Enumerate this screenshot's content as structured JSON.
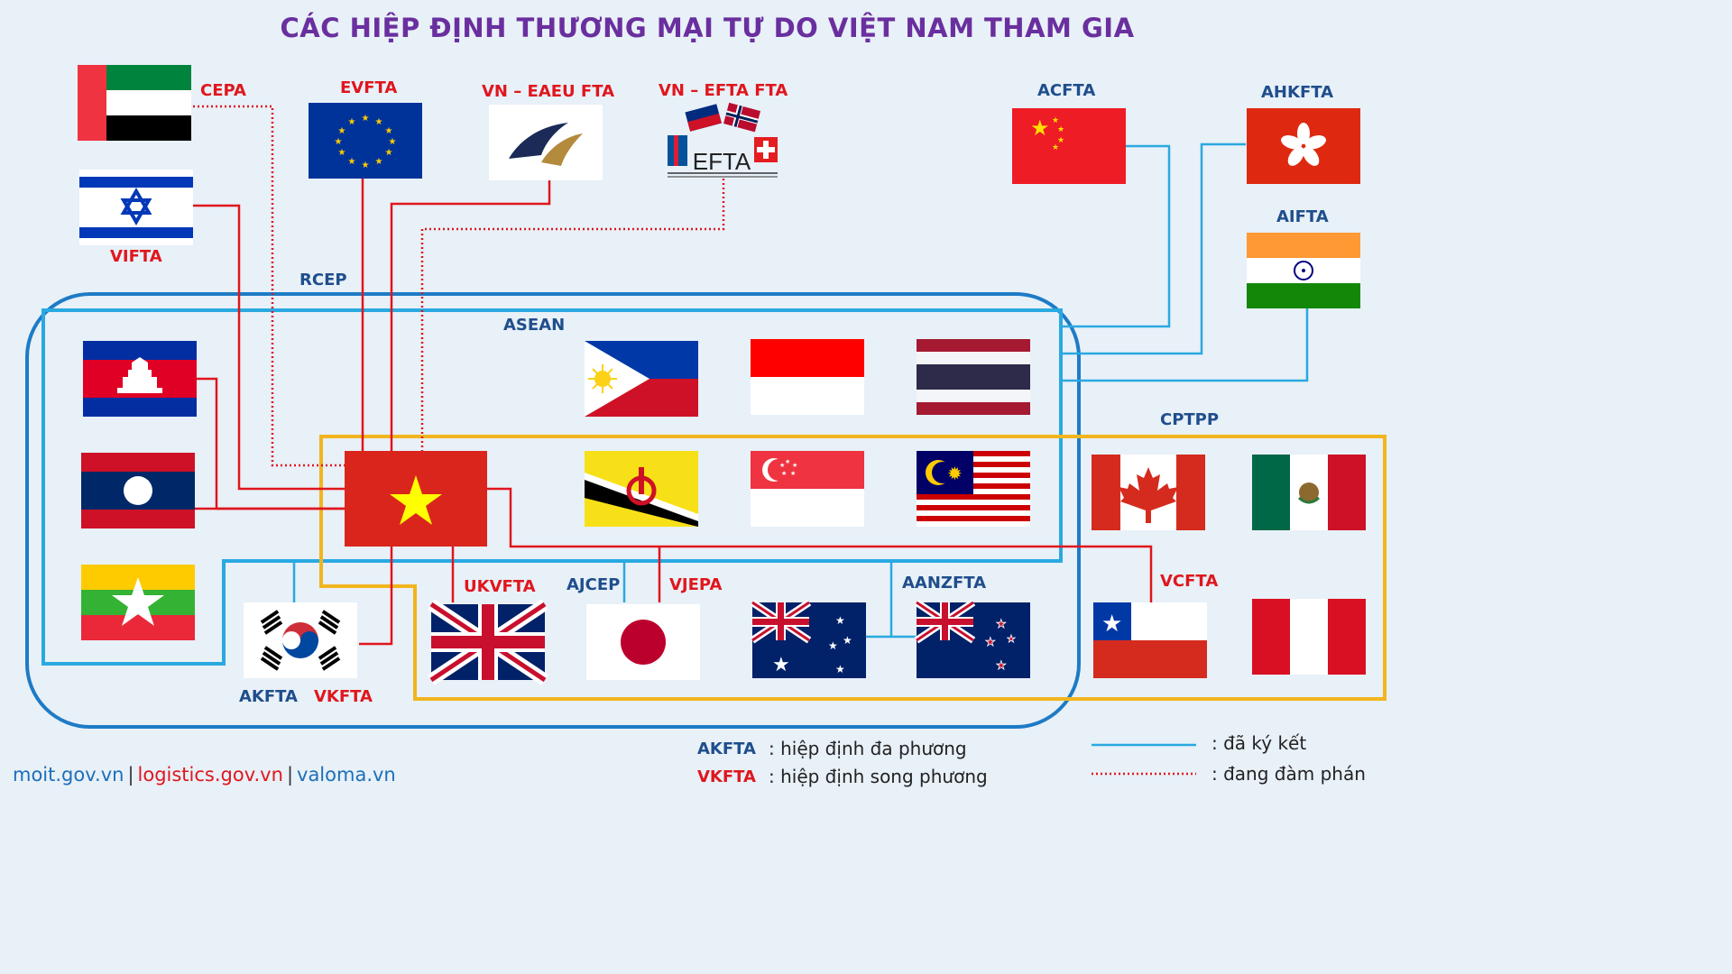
{
  "title": "CÁC HIỆP ĐỊNH THƯƠNG MẠI TỰ DO VIỆT NAM THAM GIA",
  "group_labels": {
    "rcep": "RCEP",
    "asean": "ASEAN",
    "cptpp": "CPTPP"
  },
  "agreement_labels": {
    "cepa": "CEPA",
    "evfta": "EVFTA",
    "vn_eaeu": "VN – EAEU FTA",
    "vn_efta": "VN – EFTA FTA",
    "acfta": "ACFTA",
    "ahkfta": "AHKFTA",
    "aifta": "AIFTA",
    "vifta": "VIFTA",
    "ukvfta": "UKVFTA",
    "ajcep": "AJCEP",
    "vjepa": "VJEPA",
    "aanzfta": "AANZFTA",
    "akfta": "AKFTA",
    "vkfta": "VKFTA",
    "vcfta": "VCFTA"
  },
  "efta_logo_text": "EFTA",
  "legend": {
    "multi_code": "AKFTA",
    "multi_text": ": hiệp định đa phương",
    "bi_code": "VKFTA",
    "bi_text": ": hiệp định song phương",
    "signed_text": ": đã ký kết",
    "negotiating_text": ": đang đàm phán"
  },
  "footer": {
    "site1": "moit.gov.vn",
    "site2": "logistics.gov.vn",
    "site3": "valoma.vn",
    "separator": "|"
  },
  "colors": {
    "title": "#6a2f9e",
    "bilateral": "#e0161d",
    "multilateral": "#1f4e8c",
    "rcep_border": "#1d7bc6",
    "asean_border": "#29a9e0",
    "cptpp_border": "#f2b51e",
    "background": "#e8f0f8"
  }
}
